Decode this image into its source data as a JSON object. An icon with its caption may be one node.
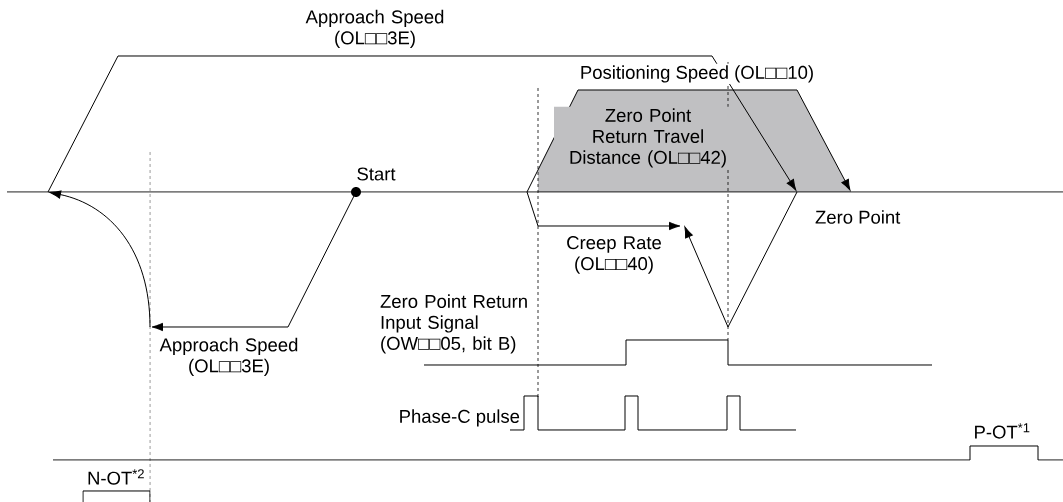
{
  "diagram": {
    "labels": [
      "Approach Speed (OL□□3E)",
      "Positioning Speed (OL□□10)",
      "Zero Point Return Travel Distance (OL□□42)",
      "Start",
      "Zero Point",
      "Creep Rate (OL□□40)",
      "Zero Point Return Input Signal (OW□□05, bit B)",
      "Approach Speed (OL□□3E)",
      "Phase-C pulse",
      "P-OT$^{*1}$",
      "N-OT$^{*2}$"
    ]
  }
}
